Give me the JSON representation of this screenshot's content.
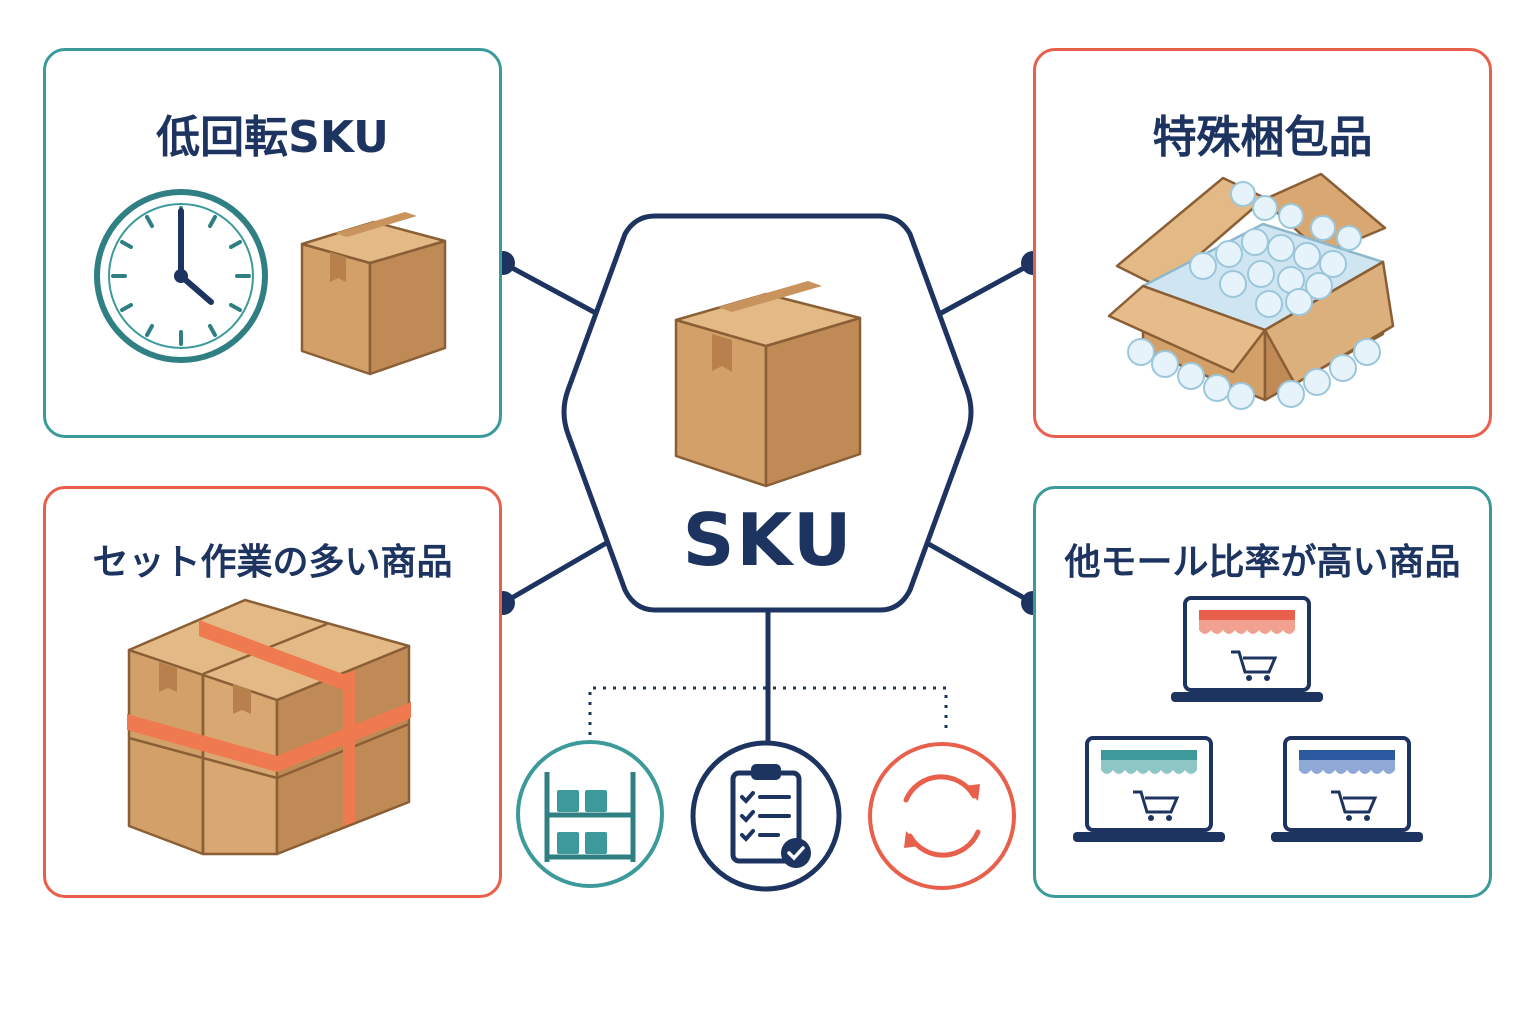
{
  "hub": {
    "label": "SKU",
    "icon": "cardboard-box-icon"
  },
  "panels": {
    "top_left": {
      "title": "低回転SKU",
      "icons": [
        "clock-icon",
        "cardboard-box-icon"
      ]
    },
    "top_right": {
      "title": "特殊梱包品",
      "icons": [
        "open-box-bubble-wrap-icon"
      ]
    },
    "bottom_left": {
      "title": "セット作業の多い商品",
      "icons": [
        "strapped-boxes-icon"
      ]
    },
    "bottom_right": {
      "title": "他モール比率が高い商品",
      "icons": [
        "online-store-laptop-icon",
        "online-store-laptop-icon",
        "online-store-laptop-icon"
      ]
    }
  },
  "bottom_icons": [
    "warehouse-shelf-icon",
    "checklist-clipboard-icon",
    "refresh-cycle-icon"
  ],
  "colors": {
    "navy": "#1d3461",
    "teal": "#3d9a9a",
    "coral": "#e8604c",
    "box": "#d6a46f"
  }
}
